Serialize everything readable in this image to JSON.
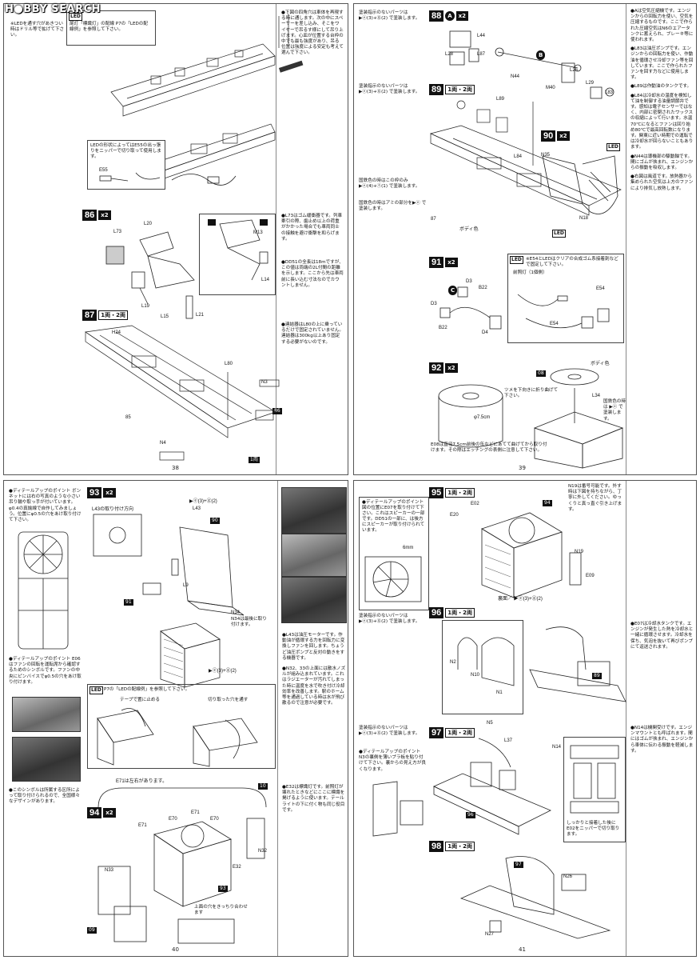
{
  "watermark": "H●BBY SEARCH",
  "page_numbers": [
    "38",
    "39",
    "40",
    "41"
  ],
  "p38": {
    "note_top_left": "※LEDを通す穴があきつい時はドリル等で拡げて下さい。",
    "note_top_right": "●下図の四角穴は車体を再現する時に通します。次の中にスペーサーを差し込み、そこをワイヤーで吊るす様にして吊り上げます。心皿が位置する台枠の中でも最も強度があり、吊る位置は強度による安定も考えて選んで下さい。",
    "led_box1": "尾灯「標識灯」の配線 P7の「LEDの配線例」を参照して下さい。",
    "led_box2": "LEDの形状によってはE55の出っ張りをニッパーで切り取って使用します。",
    "step86_qty": "x2",
    "note86a": "●L73はゴム緩衝器です。列車牽引の際、歯止め以上の荷重がかかった場合でも車両同士の接触を避け衝撃を和らげます。",
    "note86b": "●DD51の全長は18mですが、この値は両端の2L付間の距離を示します。ここから先は車両前に長い込む寸法なのでカウントしません。",
    "step87_qty": "1両・2両",
    "note87": "●連結器はL80の上に乗っているだけで固定されていません。連結器は300kg以上あり固定する必要がないのです。",
    "parts": {
      "l73": "L73",
      "l20": "L20",
      "m13": "M13",
      "l14": "L14",
      "l19": "L19",
      "l15": "L15",
      "l21": "L21",
      "e55": "E55",
      "h24": "H24",
      "l80": "L80",
      "n3": "N3",
      "n4": "N4",
      "b85": "85",
      "b86": "86",
      "led": "LED",
      "one_car": "1両"
    }
  },
  "p39": {
    "paint_note1": "塗装指示のないパーツは ▶ⓔ(3)+ⓖ(2) で塗装します。",
    "paint_note2": "塗装指示のないパーツは ▶ⓔ(3)+ⓖ(2) で塗装します。",
    "paint_note3": "国鉄色の時はこの枠のみ▶ⓔ(4)+ⓕ(1) で塗装します。",
    "paint_note4": "国鉄色の時はアミの部分を▶ⓔ で塗装します。",
    "body_color": "ボディ色",
    "step88": "88",
    "step89": "89",
    "step90": "90",
    "step91": "91",
    "step92": "92",
    "qty88": "x2",
    "qty89": "1両・2両",
    "qty90": "x2",
    "qty91": "x2",
    "qty92": "x2",
    "notes": [
      "●Aは空気圧縮機です。エンジンからの回転力を使い、空気を圧縮するものです。ここで作られた圧縮空気はN6のエアータンクに蓄えられ、ブレーキ等に使われます。",
      "●L83は油圧ポンプです。エンジンからの回転力を使い、作動油を循環させ冷却ファン等を回しています。ここで作られたファンを回す力などに使用します。",
      "●L89は作動油のタンクです。",
      "●L84は冷却水の温度を検知して油を制御する油量調節弁です。感知は電子センサーではなく、内部に密閉されたワックスの収縮によって行います。水温70℃になるとファンは回り始め80℃で最高回転数になります。関東に近い時期での運転では冷却水が回らないこともあります。",
      "●N44は導機部の駆動軸です。間にゴムが挟まれ、エンジンからの振動を吸収します。",
      "●右図は風道です。放熱器から集められた空気は上方のファンにより排気し放熱します。"
    ],
    "led_box_title": "※E54とLEDはクリアの合成ゴム系接着剤などで固定して下さい。",
    "led_box_sub": "前照灯（1個側）",
    "fan_note": "E08は直径7.5cm前後の缶などにあてて曲げてから取り付けます。その際はエッチングの表側に注意して下さい。",
    "fan_note2": "ツメを下向きに折り曲げて下さい。",
    "fan_note3": "国鉄色の時は ▶ⓔ で塗装します。",
    "dia": "φ7.5cm",
    "parts": {
      "l44": "L44",
      "l28": "L28",
      "l87": "L87",
      "n44": "N44",
      "l25": "L25",
      "m40": "M40",
      "l29": "L29",
      "l83": "L83",
      "l89": "L89",
      "l84": "L84",
      "n35": "N35",
      "n18": "N18",
      "b22": "B22",
      "d3": "D3",
      "d4": "D4",
      "e54": "E54",
      "e08": "08",
      "l34": "L34",
      "b87": "87",
      "a": "A",
      "b": "B",
      "c": "C",
      "led": "LED"
    }
  },
  "p40": {
    "detail_note1": "●ディテールアップのポイント ボンネットには右の写真のような小さい吊り輪や取っ手が付いています。φ0.4の真鍮線で自作してみましょう。位置にφ0.5の穴をあけ取り付けて下さい。",
    "detail_note2": "●ディテールアップのポイント E06はファンの回転を運転席から確認するためのシンボルです。ファンの中央にピンバイスでφ0.5の穴をあけ取り付けます。",
    "detail_note3": "●このシンボルは所属する区所によって取り付けられるので、全国様々なデザインがあります。",
    "step93": "93",
    "step94": "94",
    "qty93": "x2",
    "qty94": "x2",
    "l43_label": "L43の取り付け方向",
    "n34_note": "N34は最後に取り付けます。",
    "led_ref": "P7の「LEDの配線例」を参照して下さい。",
    "tape_note": "テープで置に止める",
    "cut_note": "切り取った穴を通す",
    "e71_note": "E71は左右があります。",
    "fit_note": "上面の穴をきっちり合わせます",
    "notes": [
      "●L43は油圧モーターです。作動油が循環する力を回転力に変換しファンを回します。ちょうど油圧ポンプと反対の動きをする機器です。",
      "●N32、33の上面には散水ノズルが組み込まれています。これはラジエーターが汚れてしまった時に温度を水で吹き付け冷却効率を改善します。駅のホーム等を通過している時は水が飛び散るので注意が必要です。",
      "●E32は標識灯です。前照灯が壊れたときなどにここに標識を掲げるように使います。テールライトの下に付く物も同じ役目です。"
    ],
    "paint": "▶ⓔ(3)+ⓖ(2)",
    "parts": {
      "l43": "L43",
      "l9": "L9",
      "n34": "N34",
      "e70": "E70",
      "e71": "E71",
      "n32": "N32",
      "n33": "N33",
      "e32": "E32",
      "e10": "10",
      "e09": "09",
      "b90": "90",
      "b91": "91",
      "b93": "93",
      "led": "LED"
    }
  },
  "p41": {
    "detail_note1": "●ディテールアップのポイント 図の位置にE07を取り付けて下さい。これはスピーカーの一部です。DD51の一部に、は後方にスピーカーが取り付けられています。",
    "paint_note1": "塗装指示のないパーツは ▶ⓔ(3)+ⓖ(2) で塗装します。",
    "paint_note2": "塗装指示のないパーツは ▶ⓔ(3)+ⓖ(2) で塗装します。",
    "detail_note2": "●ディテールアップのポイント N3の裏側を薄いプラ板を貼り付けて下さい。裏からの見え方が良くなります。",
    "n19_note": "N19は番号可能です。外す時は下図を持ちながら、丁寧に外してください。ゆっくりと真っ直ぐ引き上げます。",
    "step95": "95",
    "step96": "96",
    "step97": "97",
    "step98": "98",
    "qty95": "1両・2両",
    "qty96": "1両・2両",
    "qty97": "1両・2両",
    "qty98": "1両・2両",
    "notes": [
      "●E07は冷却水タンクです。エンジンが発生した熱を冷却水と一緒に循環させます。冷却水を保ち、気泡を抜いて再びポンプにて返送されます。",
      "●N14は機関受けです。エンジンマウントとも呼ばれます。間にはゴムが挟まれ、エンジンから車体に伝わる振動を軽減します。"
    ],
    "back_note": "裏面／ ▶ⓔ(3)+ⓖ(2)",
    "cut_note": "しっかりと接着した後にE02をニッパーで切り取ります。",
    "mm": "6mm",
    "parts": {
      "e20": "E20",
      "e02": "E02",
      "n19": "N19",
      "e09": "E09",
      "n2": "N2",
      "n10": "N10",
      "n1": "N1",
      "n5": "N5",
      "l37": "L37",
      "n14": "N14",
      "n26": "N26",
      "n27": "N27",
      "b94": "94",
      "b89": "89",
      "b96": "96",
      "b97": "97"
    }
  }
}
